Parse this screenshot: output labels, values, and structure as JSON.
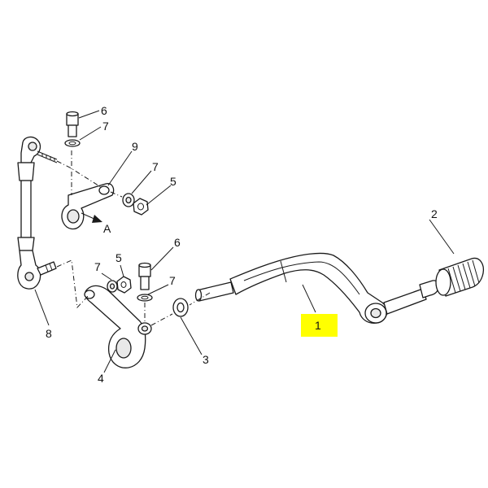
{
  "diagram": {
    "callouts": {
      "c1": "1",
      "c2": "2",
      "c3": "3",
      "c4": "4",
      "c5_top": "5",
      "c5_mid": "5",
      "c6_top": "6",
      "c6_mid": "6",
      "c7_top": "7",
      "c7_upper_mid": "7",
      "c7_mid_left": "7",
      "c7_mid_right": "7",
      "c8": "8",
      "c9": "9",
      "view_arrow": "A"
    },
    "highlight_color": "#ffff00",
    "highlighted_callout": "1"
  }
}
